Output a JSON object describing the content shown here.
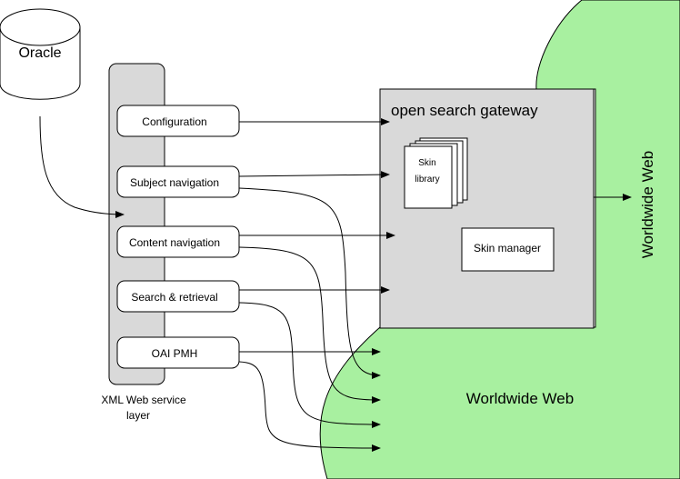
{
  "database": {
    "label": "Oracle"
  },
  "service_layer": {
    "caption_line1": "XML Web service",
    "caption_line2": "layer",
    "services": [
      {
        "label": "Configuration"
      },
      {
        "label": "Subject navigation"
      },
      {
        "label": "Content navigation"
      },
      {
        "label": "Search & retrieval"
      },
      {
        "label": "OAI PMH"
      }
    ]
  },
  "gateway": {
    "title": "open search gateway",
    "skin_library_line1": "Skin",
    "skin_library_line2": "library",
    "skin_manager": "Skin manager"
  },
  "web": {
    "vertical_label": "Worldwide Web",
    "bottom_label": "Worldwide Web"
  },
  "colors": {
    "web_fill": "#a8f0a0",
    "panel_fill": "#d9d9d9",
    "stroke": "#000000",
    "background": "#ffffff"
  }
}
